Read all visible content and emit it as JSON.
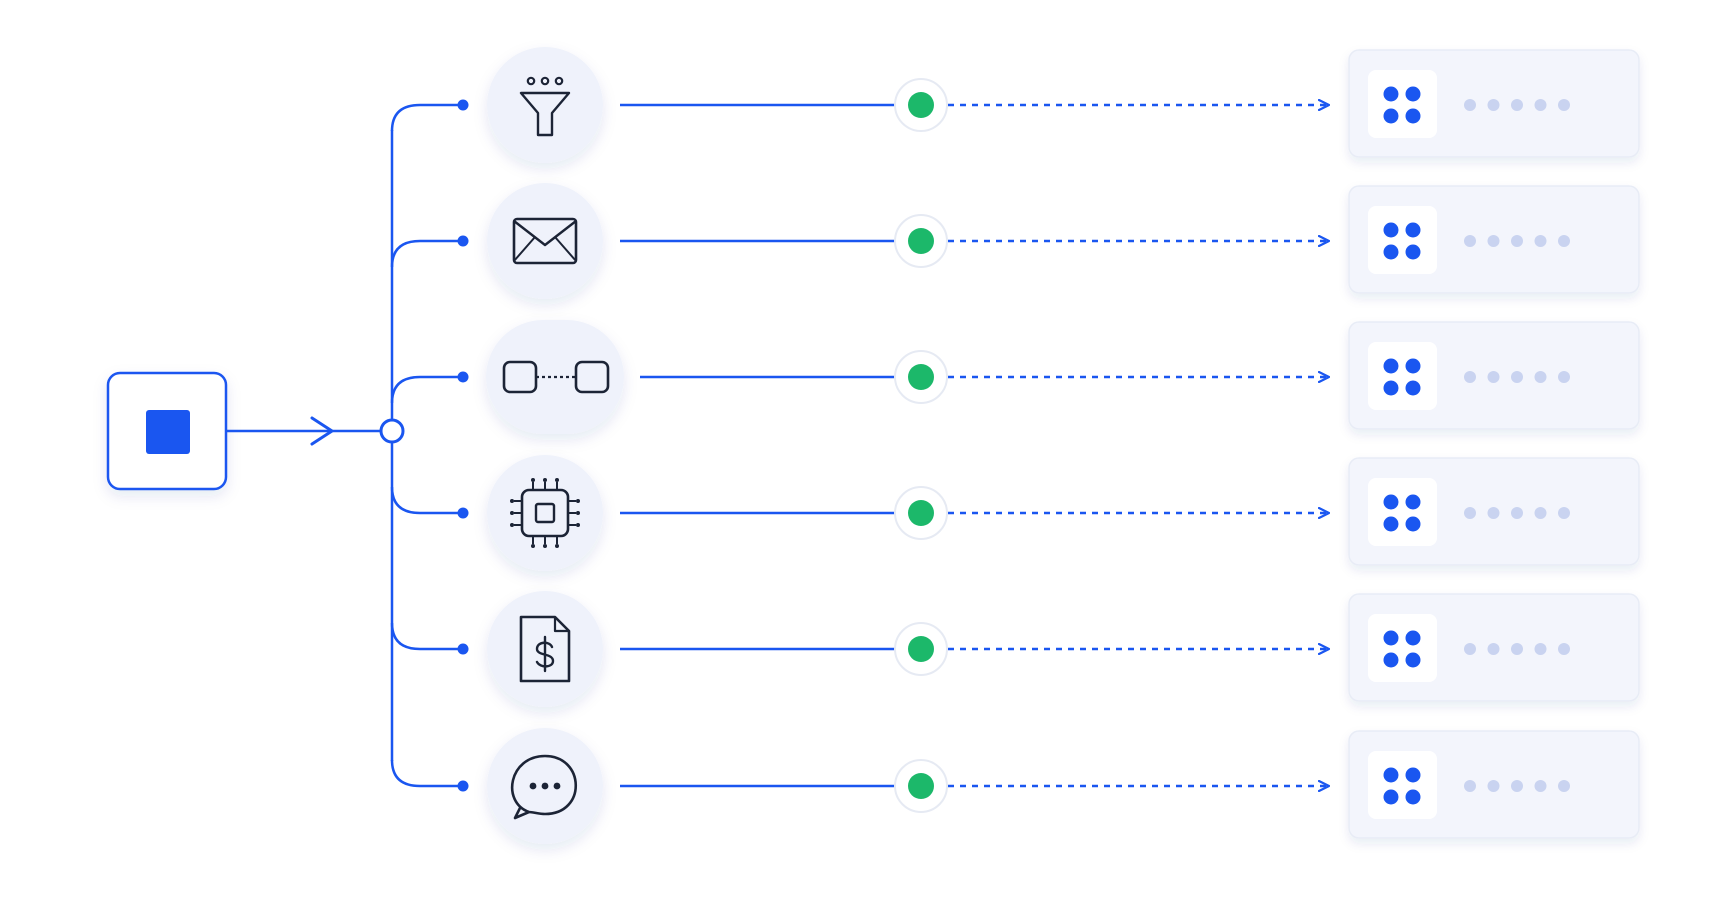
{
  "diagram": {
    "source": {
      "icon": "stop-square-icon"
    },
    "hub": {
      "icon": "junction-node"
    },
    "branches": [
      {
        "icon": "funnel-filter-icon",
        "status": "active",
        "target_icon": "app-grid-icon"
      },
      {
        "icon": "envelope-mail-icon",
        "status": "active",
        "target_icon": "app-grid-icon"
      },
      {
        "icon": "linked-nodes-icon",
        "status": "active",
        "target_icon": "app-grid-icon"
      },
      {
        "icon": "cpu-chip-icon",
        "status": "active",
        "target_icon": "app-grid-icon"
      },
      {
        "icon": "invoice-document-icon",
        "status": "active",
        "target_icon": "app-grid-icon"
      },
      {
        "icon": "chat-bubble-icon",
        "status": "active",
        "target_icon": "app-grid-icon"
      }
    ]
  },
  "colors": {
    "accent": "#1a56f0",
    "status_active": "#1cb86a",
    "icon_stroke": "#1c2436",
    "bubble_fill": "#eff2fb",
    "card_fill": "#f3f5fc",
    "placeholder_dot": "#c9d3f0"
  }
}
